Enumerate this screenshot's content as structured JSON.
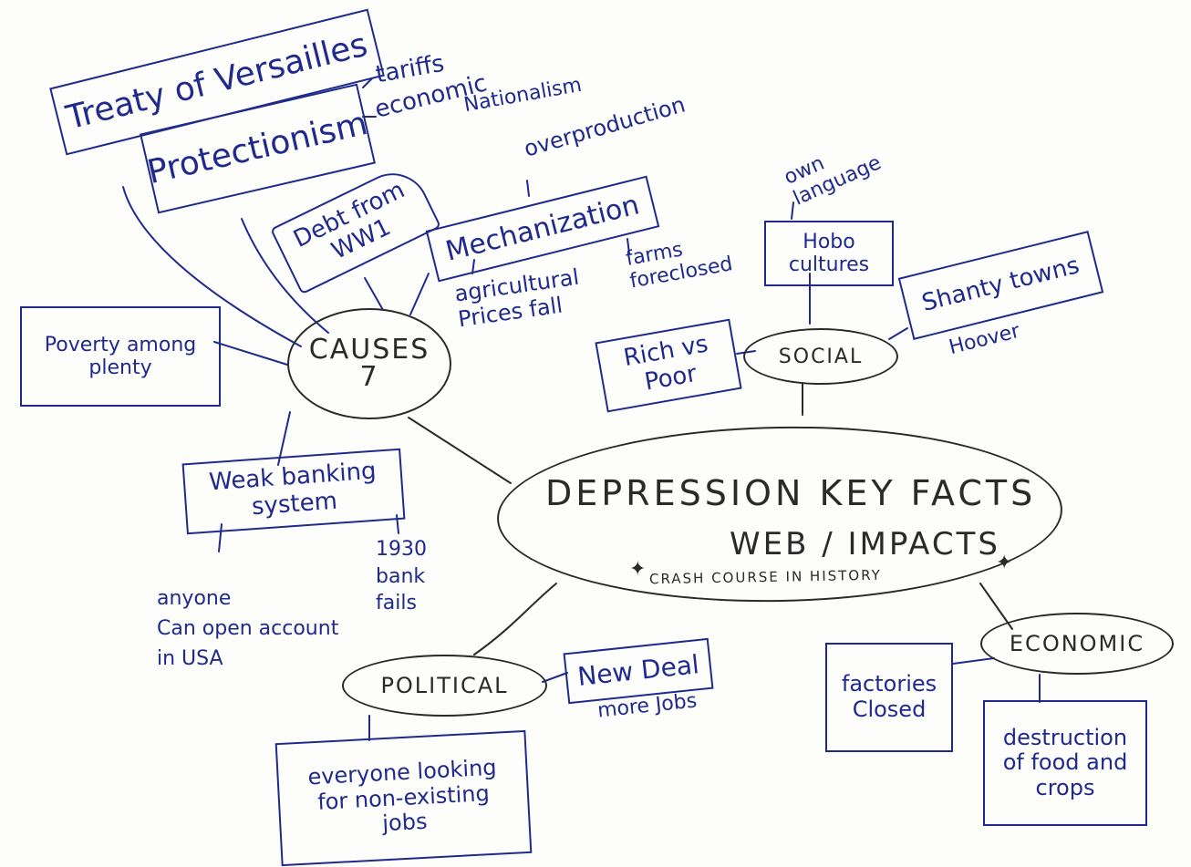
{
  "colors": {
    "ink_blue": "#1f2a8c",
    "ink_dark": "#2a2a2a",
    "paper": "#fdfdfb"
  },
  "central": {
    "line1": "DEPRESSION KEY FACTS",
    "line2": "WEB / IMPACTS",
    "subtitle": "CRASH COURSE IN HISTORY"
  },
  "hubs": {
    "causes": "CAUSES\n7",
    "social": "SOCIAL",
    "economic": "ECONOMIC",
    "political": "POLITICAL"
  },
  "causes": {
    "treaty": "Treaty of Versailles",
    "protectionism": "Protectionism",
    "protectionism_notes": {
      "tariffs": "tariffs",
      "economic": "economic",
      "nationalism": "Nationalism"
    },
    "debt": "Debt from\nWW1",
    "mechanization": "Mechanization",
    "mechanization_notes": {
      "overproduction": "overproduction",
      "farms": "farms\nforeclosed",
      "agri": "agricultural\nPrices fall"
    },
    "poverty": "Poverty among\nplenty",
    "banking": "Weak banking\nsystem",
    "banking_notes": {
      "anyone": "anyone\nCan open account\nin USA",
      "bank_fails": "1930\nbank\nfails"
    }
  },
  "social": {
    "hobo": "Hobo\ncultures",
    "hobo_note": "own\nlanguage",
    "shanty": "Shanty towns",
    "shanty_note": "Hoover",
    "rich_poor": "Rich vs\nPoor"
  },
  "political": {
    "new_deal": "New Deal",
    "new_deal_note": "more Jobs",
    "looking": "everyone looking\nfor non-existing\njobs"
  },
  "economic": {
    "factories": "factories\nClosed",
    "destruction": "destruction\nof food and\ncrops"
  }
}
